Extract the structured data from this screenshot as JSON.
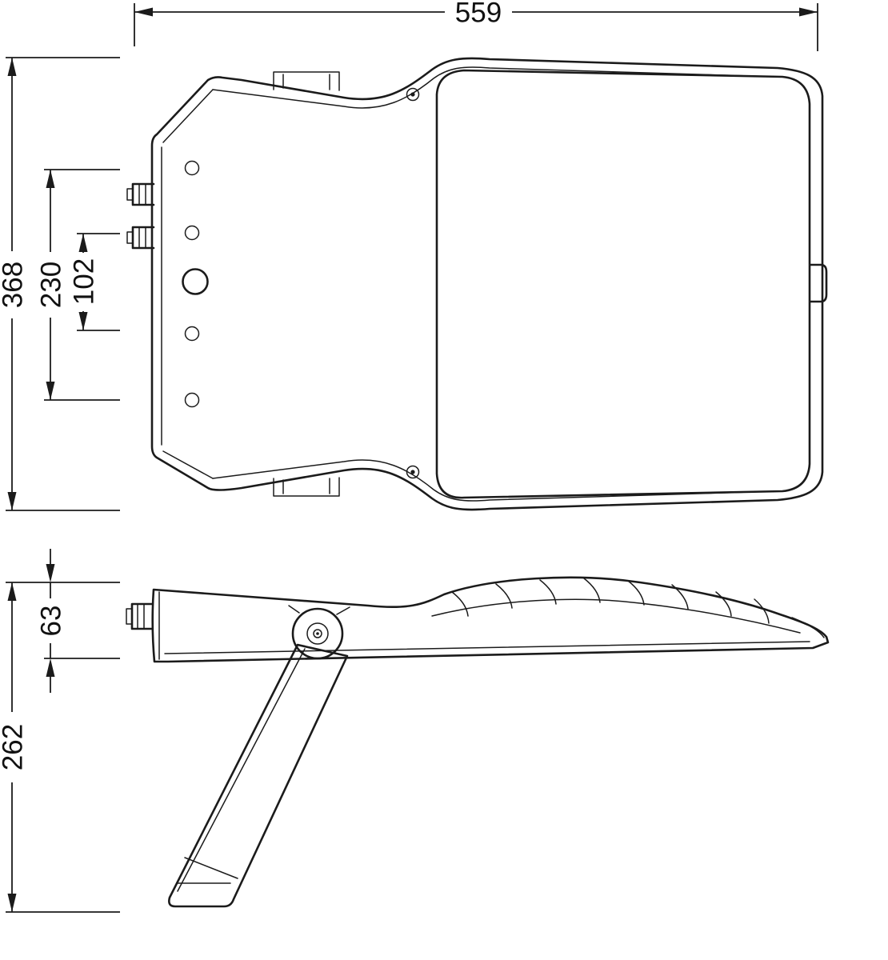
{
  "drawing": {
    "type": "technical-dimension-drawing",
    "line_color": "#1b1b1b",
    "background": "#ffffff"
  },
  "dimensions": {
    "overall_width": "559",
    "overall_height": "368",
    "mount_hole_span": "230",
    "mount_hole_span_inner": "102",
    "body_thickness": "63",
    "overall_depth": "262"
  }
}
